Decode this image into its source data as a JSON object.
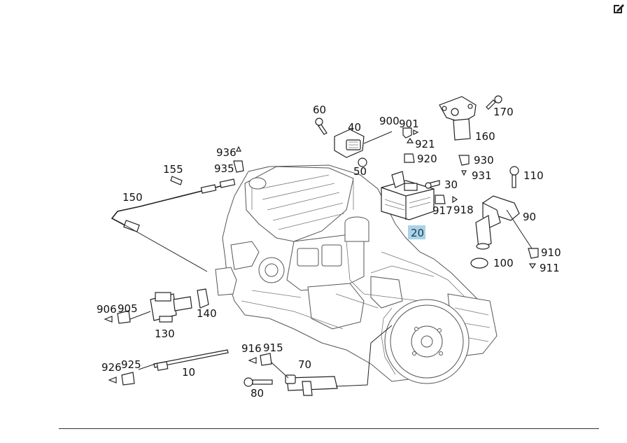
{
  "toolbar": {
    "edit_icon": "edit-icon"
  },
  "colors": {
    "highlight": "#a9d3e6",
    "line": "#222222",
    "background": "#ffffff"
  },
  "diagram": {
    "highlighted_part": "20",
    "callouts": [
      "10",
      "20",
      "30",
      "40",
      "50",
      "60",
      "70",
      "80",
      "90",
      "100",
      "110",
      "130",
      "140",
      "150",
      "155",
      "160",
      "170",
      "900",
      "901",
      "905",
      "906",
      "910",
      "911",
      "915",
      "916",
      "917",
      "918",
      "920",
      "921",
      "925",
      "926",
      "930",
      "931",
      "935",
      "936"
    ]
  }
}
